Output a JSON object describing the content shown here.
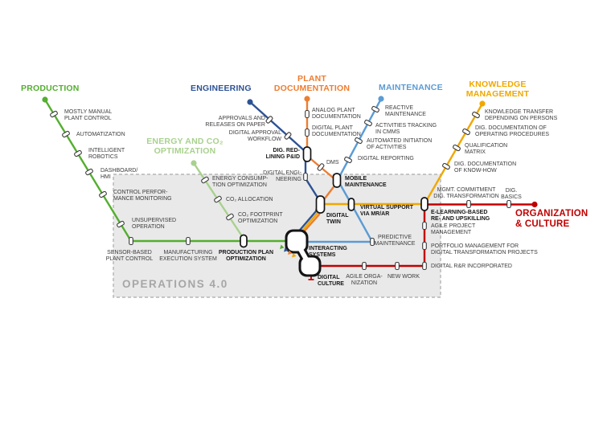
{
  "diagram": {
    "box_label": "OPERATIONS 4.0",
    "lines": {
      "production": {
        "title": "PRODUCTION",
        "color": "#54ae2f",
        "stations": {
          "mostly_manual": "MOSTLY MANUAL\nPLANT CONTROL",
          "automatization": "AUTOMATIZATION",
          "intelligent_robotics": "INTELLIGENT\nROBOTICS",
          "dashboard_hmi": "DASHBOARD/\nHMI",
          "control_performance": "CONTROL PERFOR-\nMANCE MONITORING",
          "unsupervised": "UNSUPERVISED\nOPERATION",
          "sensor_based": "SENSOR-BASED\nPLANT CONTROL",
          "mes": "MANUFACTURING\nEXECUTION SYSTEM",
          "production_plan": "PRODUCTION PLAN\nOPTIMIZATION"
        }
      },
      "energy": {
        "title": "ENERGY AND CO₂\nOPTIMIZATION",
        "color": "#a9d18e",
        "stations": {
          "energy_consumption": "ENERGY CONSUMP-\nTION OPTIMIZATION",
          "co2_allocation": "CO₂ ALLOCATION",
          "co2_footprint": "CO₂ FOOTPRINT\nOPTIMIZATION"
        }
      },
      "engineering": {
        "title": "ENGINEERING",
        "color": "#2d5295",
        "stations": {
          "approvals_paper": "APPROVALS AND\nRELEASES ON PAPER",
          "digital_approval": "DIGITAL APPROVAL\nWORKFLOW",
          "redlining": "DIG. RED-\nLINING P&ID",
          "digital_engineering": "DIGITAL ENGI-\nNEERING",
          "digital_twin": "DIGITAL\nTWIN",
          "interacting_systems": "INTERACTING\nSYSTEMS"
        }
      },
      "plant_documentation": {
        "title": "PLANT\nDOCUMENTATION",
        "color": "#ed7d31",
        "stations": {
          "analog_plant_doc": "ANALOG PLANT\nDOCUMENTATION",
          "digital_plant_doc": "DIGITAL PLANT\nDOCUMENTATION",
          "dms": "DMS"
        }
      },
      "maintenance": {
        "title": "MAINTENANCE",
        "color": "#5b9bd5",
        "stations": {
          "reactive": "REACTIVE\nMAINTENANCE",
          "cmms_tracking": "ACTIVITIES TRACKING\nIN CMMS",
          "automated_initiation": "AUTOMATED INITIATION\nOF ACTIVITIES",
          "digital_reporting": "DIGITAL REPORTING",
          "mobile": "MOBILE\nMAINTENANCE",
          "virtual_support": "VIRTUAL SUPPORT\nVIA MR/AR",
          "predictive": "PREDICTIVE\nMAINTENANCE"
        }
      },
      "knowledge": {
        "title": "KNOWLEDGE\nMANAGEMENT",
        "color": "#f0a800",
        "stations": {
          "knowledge_transfer": "KNOWLEDGE TRANSFER\nDEPENDING ON PERSONS",
          "doc_procedures": "DIG. DOCUMENTATION OF\nOPERATING PROCEDURES",
          "qualification_matrix": "QUALIFICATION\nMATRIX",
          "doc_knowhow": "DIG. DOCUMENTATION\nOF KNOW-HOW"
        }
      },
      "organization": {
        "title": "ORGANIZATION\n& CULTURE",
        "color": "#c00000",
        "stations": {
          "mgmt_commitment": "MGMT. COMMITMENT\nDIG. TRANSFORMATION",
          "dig_basics": "DIG.\nBASICS",
          "elearning": "E-LEARNING-BASED\nRE- AND UPSKILLING",
          "agile_project": "AGILE PROJECT\nMANAGEMENT",
          "portfolio": "PORTFOLIO MANAGEMENT FOR\nDIGITAL TRANSFORMATION PROJECTS",
          "digital_rr": "DIGITAL R&R INCORPORATED",
          "new_work": "NEW WORK",
          "agile_org": "AGILE ORGA-\nNIZATION",
          "digital_culture": "DIGITAL\nCULTURE"
        }
      }
    }
  }
}
